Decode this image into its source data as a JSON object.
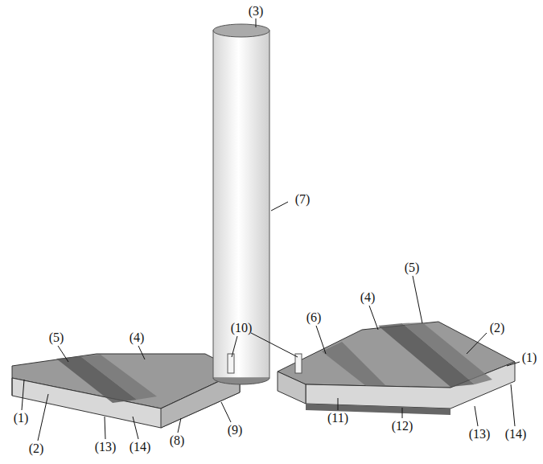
{
  "diagram": {
    "labels": [
      "(3)",
      "(7)",
      "(5)",
      "(4)",
      "(6)",
      "(10)",
      "(2)",
      "(1)",
      "(4)",
      "(11)",
      "(5)",
      "(12)",
      "(9)",
      "(13)",
      "(14)",
      "(8)",
      "(1)",
      "(2)",
      "(13)",
      "(14)"
    ]
  }
}
